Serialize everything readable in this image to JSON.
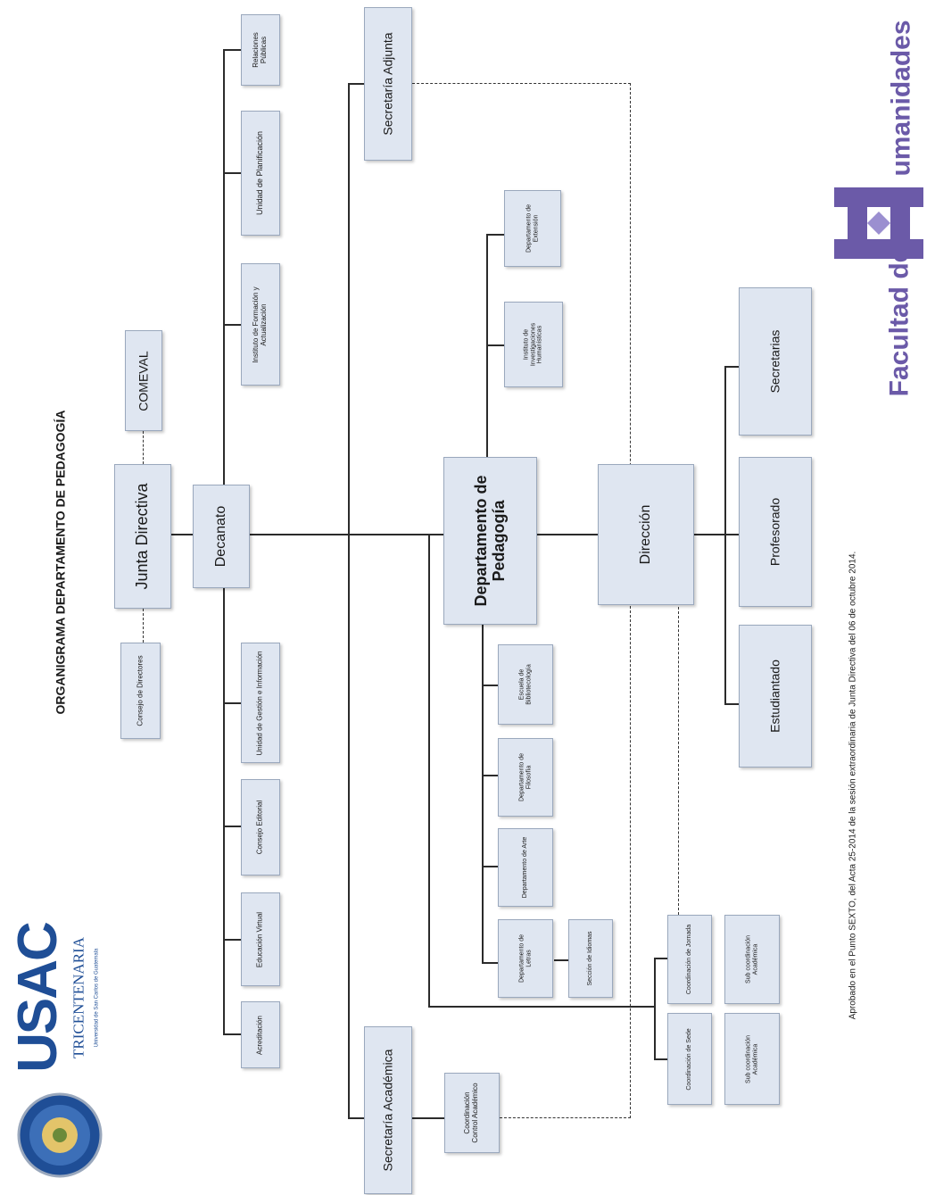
{
  "title": "ORGANIGRAMA DEPARTAMENTO DE PEDAGOGÍA",
  "footer_note": "Aprobado en el Punto SEXTO, del Acta 25-2014 de la sesión extraordinaria de Junta Directiva del 06 de octubre 2014.",
  "logo_usac": {
    "name": "USAC",
    "tagline": "TRICENTENARIA",
    "university": "Universidad de San Carlos de Guatemala"
  },
  "logo_facultad": {
    "prefix": "Facultad de",
    "suffix": "umanidades"
  },
  "colors": {
    "box_fill": "#dfe6f1",
    "box_border": "#9aa8bd",
    "logo_blue": "#1f4e96",
    "logo_purple": "#6b5aa8"
  },
  "units": {
    "junta_directiva": "Junta Directiva",
    "comeval": "COMEVAL",
    "consejo_directores": "Consejo de Directores",
    "decanato": "Decanato",
    "relaciones_publicas": "Relaciones Públicas",
    "unidad_planificacion": "Unidad de Planificación",
    "instituto_formacion": "Instituto de Formación y Actualización",
    "unidad_gestion": "Unidad de Gestión e Información",
    "consejo_editorial": "Consejo Editorial",
    "educacion_virtual": "Educación Virtual",
    "acreditacion": "Acreditación",
    "secretaria_adjunta": "Secretaría Adjunta",
    "secretaria_academica": "Secretaría Académica",
    "coordinacion_control": "Coordinación Control Académico",
    "departamento_pedagogia": "Departamento de Pedagogía",
    "departamento_extension": "Departamento de Extensión",
    "instituto_investigaciones": "Instituto de Investigaciones Humanísticas",
    "escuela_bibliotecologia": "Escuela de Bibliotecología",
    "departamento_filosofia": "Departamento de Filosofía",
    "departamento_arte": "Departamento de Arte",
    "departamento_letras": "Departamento de Letras",
    "seccion_idiomas": "Sección de Idiomas",
    "direccion": "Dirección",
    "secretarias": "Secretarias",
    "profesorado": "Profesorado",
    "estudiantado": "Estudiantado",
    "coordinacion_jornada": "Coordinación de Jornada",
    "coordinacion_sede": "Coordinación de Sede",
    "sub_academica_1": "Sub coordinación Académica",
    "sub_academica_2": "Sub coordinación Académica"
  }
}
